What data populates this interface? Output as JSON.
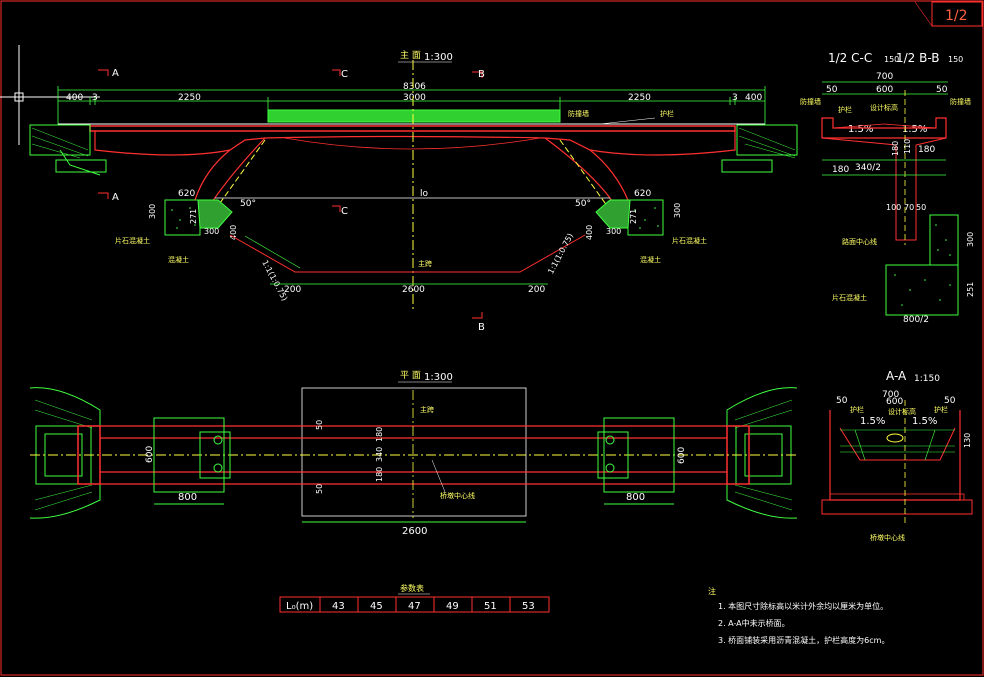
{
  "sheet": {
    "number": "1/2"
  },
  "elevation": {
    "title": "主 面",
    "scale": "1:300",
    "total_length": "8306",
    "dims_top": [
      "400",
      "3",
      "2250",
      "3000",
      "2250",
      "3",
      "400"
    ],
    "labels": {
      "pavement": "防撞墙",
      "guardrail": "护栏",
      "lo": "lo",
      "axis": "主跨"
    },
    "section_marks": [
      "A",
      "C",
      "B",
      "A",
      "C",
      "B"
    ],
    "left_pier": {
      "width": "620",
      "angle": "50°",
      "h1": "300",
      "h2": "271",
      "w1": "300",
      "h3": "400",
      "slope": "1:1(1:0.75)"
    },
    "right_pier": {
      "width": "620",
      "angle": "50°",
      "h1": "300",
      "h2": "271",
      "w1": "300",
      "h3": "400",
      "slope": "1:1(1:0.75)"
    },
    "footing_labels": [
      "片石混凝土",
      "混凝土",
      "片石混凝土",
      "混凝土"
    ],
    "bottom_dims": [
      "200",
      "2600",
      "200"
    ]
  },
  "section_cb": {
    "title": "1/2 C-C",
    "title2": "1/2 B-B",
    "scale_a": "150",
    "scale_b": "150",
    "dims_top": [
      "700",
      "50",
      "600",
      "50"
    ],
    "labels": [
      "防撞墙",
      "护栏",
      "设计标高",
      "防撞墙"
    ],
    "slopes": [
      "1.5%",
      "1.5%"
    ],
    "dims_side": [
      "110",
      "180",
      "180",
      "180",
      "340/2",
      "100",
      "70",
      "50",
      "300",
      "251",
      "800/2"
    ],
    "fill_labels": [
      "路面中心线",
      "片石混凝土"
    ]
  },
  "plan": {
    "title": "平 面",
    "scale": "1:300",
    "axis": "主跨",
    "center_label": "桥墩中心线",
    "dims": [
      "50",
      "180",
      "340",
      "180",
      "50",
      "800",
      "800",
      "600",
      "600",
      "2600"
    ]
  },
  "section_aa": {
    "title": "A-A",
    "scale": "1:150",
    "dims_top": [
      "700",
      "50",
      "600",
      "50"
    ],
    "labels": [
      "护栏",
      "设计标高",
      "护栏"
    ],
    "slopes": [
      "1.5%",
      "1.5%"
    ],
    "side": [
      "130"
    ],
    "bottom_label": "桥墩中心线"
  },
  "param_table": {
    "title": "参数表",
    "header": "L₀(m)",
    "values": [
      "43",
      "45",
      "47",
      "49",
      "51",
      "53"
    ]
  },
  "notes": {
    "head": "注",
    "items": [
      "1.  本图尺寸除标高以米计外余均以厘米为单位。",
      "2.  A-A中未示桥面。",
      "3.  桥面铺装采用沥青混凝土，护栏高度为6cm。"
    ]
  }
}
